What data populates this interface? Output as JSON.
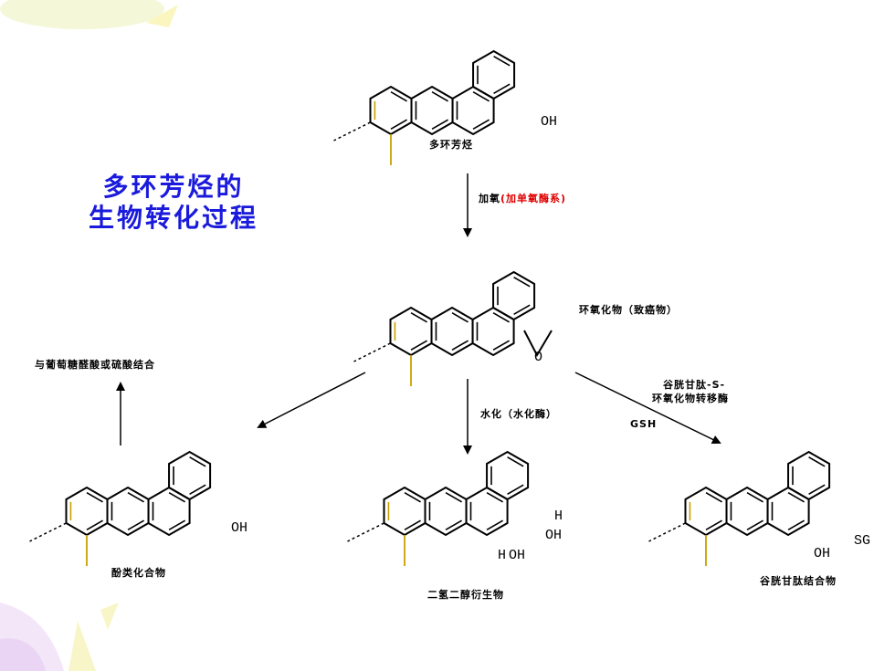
{
  "title": {
    "line1": "多环芳烃的",
    "line2": "生物转化过程"
  },
  "compounds": {
    "pah": "多环芳烃",
    "epoxide": "环氧化物（致癌物）",
    "phenol": "酚类化合物",
    "diol": "二氢二醇衍生物",
    "gsh_conjugate": "谷胱甘肽结合物"
  },
  "steps": {
    "oxidation_prefix": "加氧",
    "oxidation_enzyme": "(加单氧酶系)",
    "hydration": "水化（水化酶）",
    "gst_line1": "谷胱甘肽-S-",
    "gst_line2": "环氧化物转移酶",
    "gsh": "GSH",
    "conjugation": "与葡萄糖醛酸或硫酸结合"
  },
  "atoms": {
    "oh": "OH",
    "h": "H",
    "o": "O",
    "sg": "SG"
  },
  "colors": {
    "title": "#1a1adc",
    "enzyme": "#e00000",
    "bond_accent": "#c8a000"
  }
}
